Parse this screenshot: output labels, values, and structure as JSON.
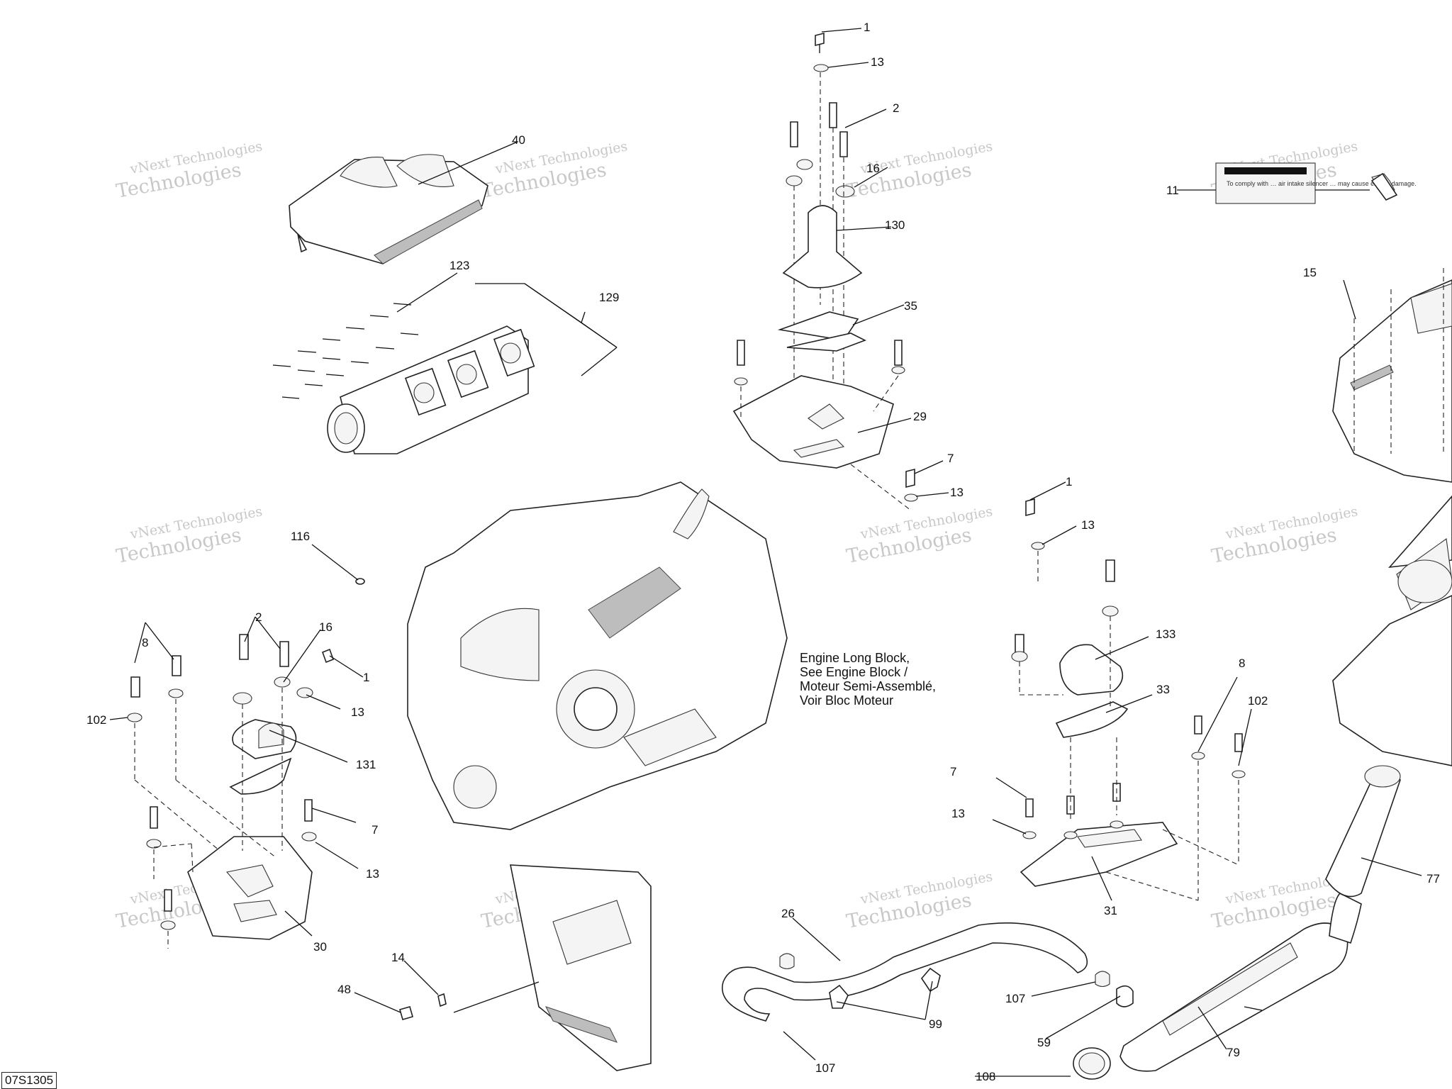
{
  "engine_note": {
    "lines": [
      "Engine Long Block,",
      "See Engine Block /",
      "Moteur Semi-Assemblé,",
      "Voir Bloc Moteur"
    ]
  },
  "diagram_code": "07S1305",
  "watermark": {
    "line1": "vNext Technologies",
    "line2": "Technologies"
  },
  "decal_text": "To comply with … air intake silencer … may cause engine damage.",
  "labels": [
    {
      "id": "l1a",
      "text": "1"
    },
    {
      "id": "l13a",
      "text": "13"
    },
    {
      "id": "l2a",
      "text": "2"
    },
    {
      "id": "l40",
      "text": "40"
    },
    {
      "id": "l16a",
      "text": "16"
    },
    {
      "id": "l130",
      "text": "130"
    },
    {
      "id": "l11",
      "text": "11"
    },
    {
      "id": "l123",
      "text": "123"
    },
    {
      "id": "l129",
      "text": "129"
    },
    {
      "id": "l35",
      "text": "35"
    },
    {
      "id": "l15",
      "text": "15"
    },
    {
      "id": "l29",
      "text": "29"
    },
    {
      "id": "l7a",
      "text": "7"
    },
    {
      "id": "l13b",
      "text": "13"
    },
    {
      "id": "l1b",
      "text": "1"
    },
    {
      "id": "l13c",
      "text": "13"
    },
    {
      "id": "l116",
      "text": "116"
    },
    {
      "id": "l2b",
      "text": "2"
    },
    {
      "id": "l16b",
      "text": "16"
    },
    {
      "id": "l8a",
      "text": "8"
    },
    {
      "id": "l1c",
      "text": "1"
    },
    {
      "id": "l102a",
      "text": "102"
    },
    {
      "id": "l13d",
      "text": "13"
    },
    {
      "id": "l131",
      "text": "131"
    },
    {
      "id": "l133",
      "text": "133"
    },
    {
      "id": "l33",
      "text": "33"
    },
    {
      "id": "l8b",
      "text": "8"
    },
    {
      "id": "l102b",
      "text": "102"
    },
    {
      "id": "l7b",
      "text": "7"
    },
    {
      "id": "l13e",
      "text": "13"
    },
    {
      "id": "l7c",
      "text": "7"
    },
    {
      "id": "l13f",
      "text": "13"
    },
    {
      "id": "l31",
      "text": "31"
    },
    {
      "id": "l77",
      "text": "77"
    },
    {
      "id": "l30",
      "text": "30"
    },
    {
      "id": "l26",
      "text": "26"
    },
    {
      "id": "l14",
      "text": "14"
    },
    {
      "id": "l48",
      "text": "48"
    },
    {
      "id": "l107a",
      "text": "107"
    },
    {
      "id": "l99",
      "text": "99"
    },
    {
      "id": "l59",
      "text": "59"
    },
    {
      "id": "l79",
      "text": "79"
    },
    {
      "id": "l107b",
      "text": "107"
    },
    {
      "id": "l108",
      "text": "108"
    }
  ]
}
